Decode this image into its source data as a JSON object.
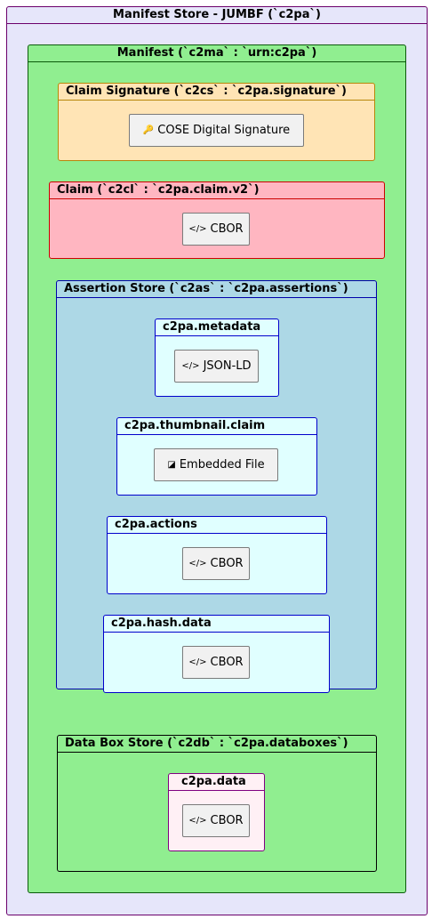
{
  "diagram": {
    "outer": {
      "title": "Manifest Store - JUMBF (`c2pa`)"
    },
    "manifest": {
      "title": "Manifest (`c2ma` : `urn:c2pa`)"
    },
    "claim_signature": {
      "title": "Claim Signature (`c2cs` : `c2pa.signature`)",
      "content": "COSE Digital Signature",
      "icon": "key-icon"
    },
    "claim": {
      "title": "Claim (`c2cl` : `c2pa.claim.v2`)",
      "content": "CBOR",
      "icon": "code-icon"
    },
    "assertion_store": {
      "title": "Assertion Store (`c2as` : `c2pa.assertions`)",
      "items": [
        {
          "title": "c2pa.metadata",
          "content": "JSON-LD",
          "icon": "code-icon"
        },
        {
          "title": "c2pa.thumbnail.claim",
          "content": "Embedded File",
          "icon": "image-icon"
        },
        {
          "title": "c2pa.actions",
          "content": "CBOR",
          "icon": "code-icon"
        },
        {
          "title": "c2pa.hash.data",
          "content": "CBOR",
          "icon": "code-icon"
        }
      ]
    },
    "data_box_store": {
      "title": "Data Box Store (`c2db` : `c2pa.databoxes`)",
      "items": [
        {
          "title": "c2pa.data",
          "content": "CBOR",
          "icon": "code-icon"
        }
      ]
    },
    "colors": {
      "outer_bg": "#e6e6fa",
      "outer_border": "#6b006b",
      "manifest_bg": "#90ee90",
      "manifest_border": "#0a5a0a",
      "signature_bg": "#ffe4b5",
      "signature_border": "#b8860b",
      "claim_bg": "#ffb6c1",
      "claim_border": "#cc0000",
      "assertion_bg": "#add8e6",
      "assertion_border": "#0000aa",
      "item_bg": "#e0ffff",
      "item_border": "#0000cc",
      "databox_bg": "#90ee90",
      "databox_border": "#000000",
      "data_item_bg": "#fff0f5",
      "data_item_border": "#800080"
    }
  }
}
